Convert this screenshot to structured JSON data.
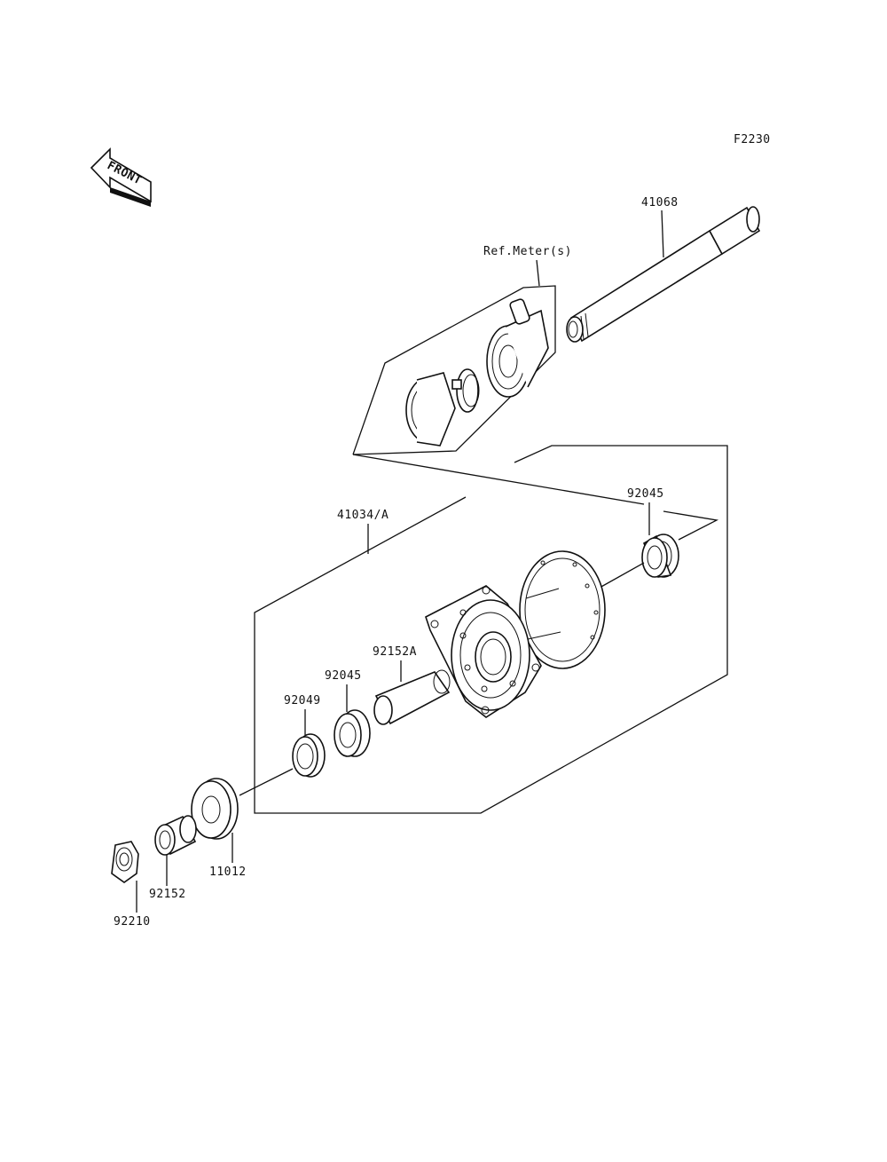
{
  "figure_code": "F2230",
  "direction_indicator": "FRONT",
  "callouts": {
    "ref_meter": "Ref.Meter(s)",
    "axle": "41068",
    "hub_assy": "41034/A",
    "bearing_right": "92045",
    "collar_center": "92152A",
    "bearing_left": "92045",
    "oil_seal": "92049",
    "cover": "11012",
    "collar_left": "92152",
    "nut": "92210"
  }
}
